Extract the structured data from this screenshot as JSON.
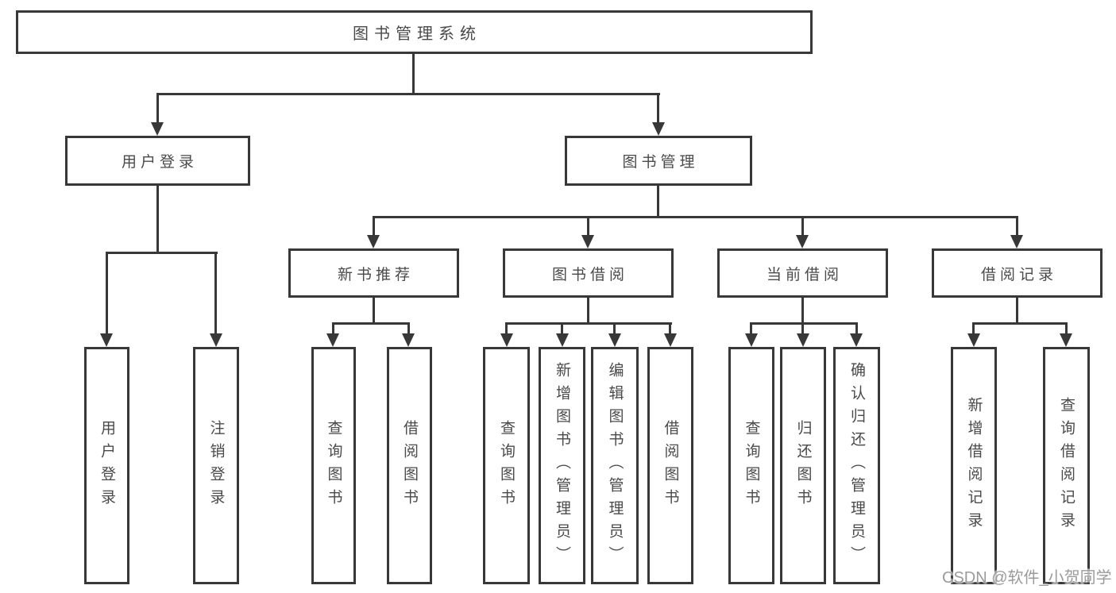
{
  "title": "图书管理系统",
  "watermark": "CSDN @软件_小贺同学",
  "colors": {
    "line": "#383838",
    "text": "#4a4a4a",
    "background": "#ffffff",
    "watermark": "#9b9b9b"
  },
  "diagram_type": "functional-structure-tree",
  "tree": {
    "label": "图书管理系统",
    "children": [
      {
        "label": "用户登录",
        "children": [
          {
            "label": "用户登录"
          },
          {
            "label": "注销登录"
          }
        ]
      },
      {
        "label": "图书管理",
        "children": [
          {
            "label": "新书推荐",
            "children": [
              {
                "label": "查询图书"
              },
              {
                "label": "借阅图书"
              }
            ]
          },
          {
            "label": "图书借阅",
            "children": [
              {
                "label": "查询图书"
              },
              {
                "label": "新增图书（管理员）"
              },
              {
                "label": "编辑图书（管理员）"
              },
              {
                "label": "借阅图书"
              }
            ]
          },
          {
            "label": "当前借阅",
            "children": [
              {
                "label": "查询图书"
              },
              {
                "label": "归还图书"
              },
              {
                "label": "确认归还（管理员）"
              }
            ]
          },
          {
            "label": "借阅记录",
            "children": [
              {
                "label": "新增借阅记录"
              },
              {
                "label": "查询借阅记录"
              }
            ]
          }
        ]
      }
    ]
  }
}
